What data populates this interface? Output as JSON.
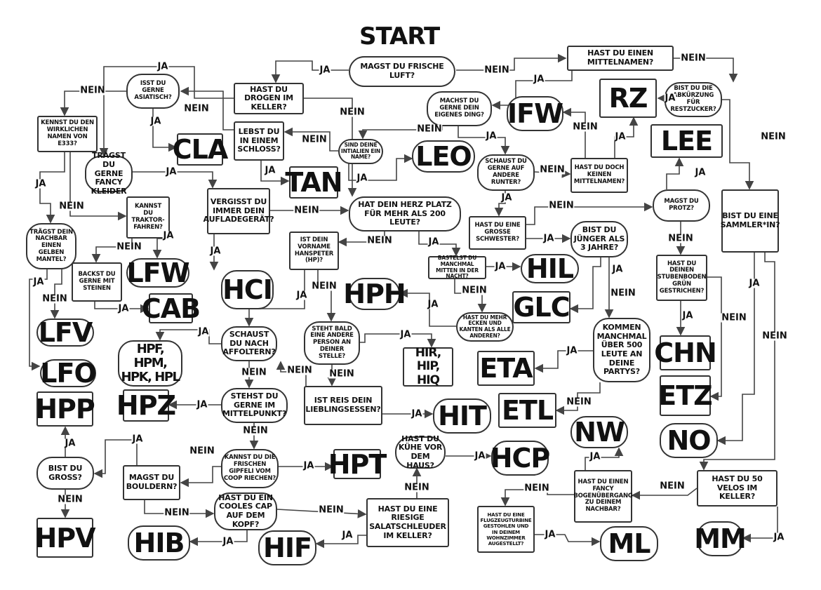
{
  "title": "START",
  "labels": {
    "ja": "JA",
    "nein": "NEIN"
  },
  "nodes": {
    "luft": "MAGST DU FRISCHE LUFT?",
    "mittelnamen": "HAST DU EINEN MITTELNAMEN?",
    "drogen": "HAST DU DROGEN IM KELLER?",
    "asiatisch": "ISST DU GERNE ASIATISCH?",
    "e333": "KENNST DU DEN WIRKLICHEN NAMEN VON E333?",
    "schloss": "LEBST DU IN EINEM SCHLOSS?",
    "initialen": "SIND DEINE INTIALIEN EIN NAME?",
    "eigenes": "MACHST DU GERNE DEIN EIGENES DING?",
    "restzucker": "BIST DU DIE ABKÜRZUNG FÜR RESTZUCKER?",
    "runter": "SCHAUST DU GERNE AUF ANDERE RUNTER?",
    "doch": "HAST DU DOCH KEINEN MITTELNAMEN?",
    "fancy": "TRÄGST DU GERNE FANCY KLEIDER",
    "auflade": "VERGISST DU IMMER DEIN AUFLADEGERÄT?",
    "herz": "HAT DEIN HERZ PLATZ FÜR MEHR ALS 200 LEUTE?",
    "traktor": "KANNST DU TRAKTOR-FAHREN?",
    "mantel": "TRÄGST DEIN NACHBAR EINEN GELBEN MANTEL?",
    "protz": "MAGST DU PROTZ?",
    "sammler": "BIST DU EINE SAMMLER*IN?",
    "schwester": "HAST DU EINE GROSSE SCHWESTER?",
    "jahre": "BIST DU JÜNGER ALS 3 JAHRE?",
    "hanspeter": "IST DEIN VORNAME HANSPETER (HP)?",
    "backst": "BACKST DU GERNE MIT STEINEN",
    "bastelst": "BASTELST DU MANCHMAL MITTEN IN DER NACHT?",
    "stubenboden": "HAST DU DEINEN STUBENBODEN GRÜN GESTRICHEN?",
    "ecken": "HAST DU MEHR ECKEN UND KANTEN ALS ALLE ANDEREN?",
    "kommen": "KOMMEN MANCHMAL ÜBER 500 LEUTE AN DEINE PARTYS?",
    "affoltern": "SCHAUST DU NACH AFFOLTERN?",
    "stelle": "STEHT BALD EINE ANDERE PERSON AN DEINER STELLE?",
    "mittelpunkt": "STEHST DU GERNE IM MITTELPUNKT?",
    "reis": "IST REIS DEIN LIEBLINGSESSEN?",
    "kuehe": "HAST DU KÜHE VOR DEM HAUS?",
    "gipfeli": "KANNST DU DIE FRISCHEN GIPFELI VOM COOP RIECHEN?",
    "gross": "BIST DU GROSS?",
    "bouldern": "MAGST DU BOULDERN?",
    "bogen": "HAST DU EINEN FANCY BOGENÜBERGANG ZU DEINEM NACHBAR?",
    "velos": "HAST DU 50 VELOS IM KELLER?",
    "cap": "HAST DU EIN COOLES CAP AUF DEM KOPF?",
    "salat": "HAST DU EINE RIESIGE SALATSCHLEUDER IM KELLER?",
    "turbine": "HAST DU EINE FLUGZEUGTURBINE GESTOHLEN UND IN DEINEM WOHNZIMMER AUGESTELLT?"
  },
  "results": {
    "CLA": "CLA",
    "TAN": "TAN",
    "LEO": "LEO",
    "IFW": "IFW",
    "RZ": "RZ",
    "LEE": "LEE",
    "LFW": "LFW",
    "HCI": "HCI",
    "HIL": "HIL",
    "HPH": "HPH",
    "GLC": "GLC",
    "CAB": "CAB",
    "LFV": "LFV",
    "HPF": "HPF, HPM, HPK, HPL",
    "HIR": "HIR, HIP, HIQ",
    "ETA": "ETA",
    "CHN": "CHN",
    "LFO": "LFO",
    "ETZ": "ETZ",
    "HPP": "HPP",
    "HPZ": "HPZ",
    "HIT": "HIT",
    "ETL": "ETL",
    "NW": "NW",
    "NO": "NO",
    "HCP": "HCP",
    "HPT": "HPT",
    "HPV": "HPV",
    "HIB": "HIB",
    "HIF": "HIF",
    "ML": "ML",
    "MM": "MM"
  }
}
